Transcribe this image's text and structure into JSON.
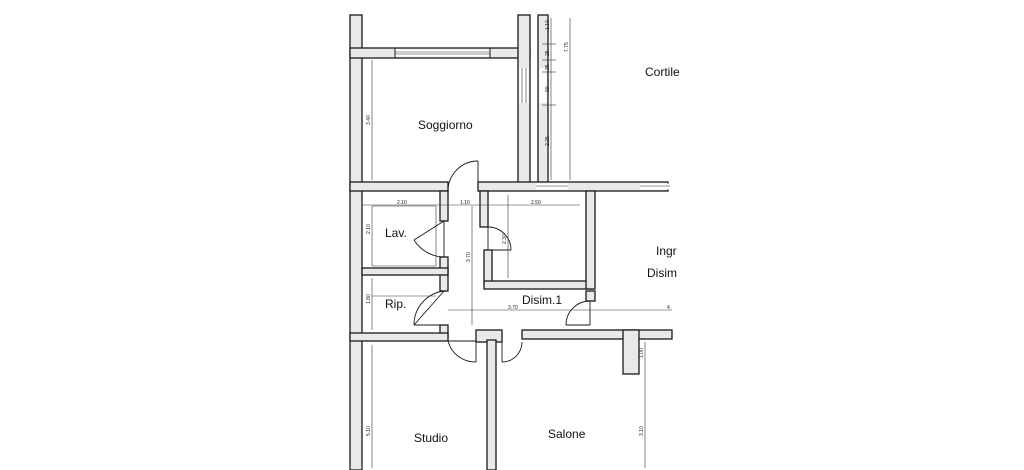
{
  "rooms": {
    "soggiorno": "Soggiorno",
    "cortile": "Cortile",
    "lav": "Lav.",
    "rip": "Rip.",
    "ingresso": "Ingr",
    "disim_right": "Disim",
    "disim1": "Disim.1",
    "studio": "Studio",
    "salone": "Salone"
  },
  "dimensions": {
    "soggiorno_height": "3.40",
    "vert_110": "1.10",
    "vert_25": "25",
    "vert_35": "35",
    "vert_60": "60",
    "vert_225": "2.25",
    "vert_775": "7.75",
    "horiz_210": "2.10",
    "horiz_110": "1.10",
    "horiz_250": "2.50",
    "lav_height": "2.10",
    "closet_height": "2.30",
    "corridor_370": "3.70",
    "rip_height": "1.80",
    "disim_370": "3.70",
    "right_edge_4": "4.",
    "salone_100": "1.00",
    "studio_510": "5.10",
    "salone_310": "3.10"
  }
}
